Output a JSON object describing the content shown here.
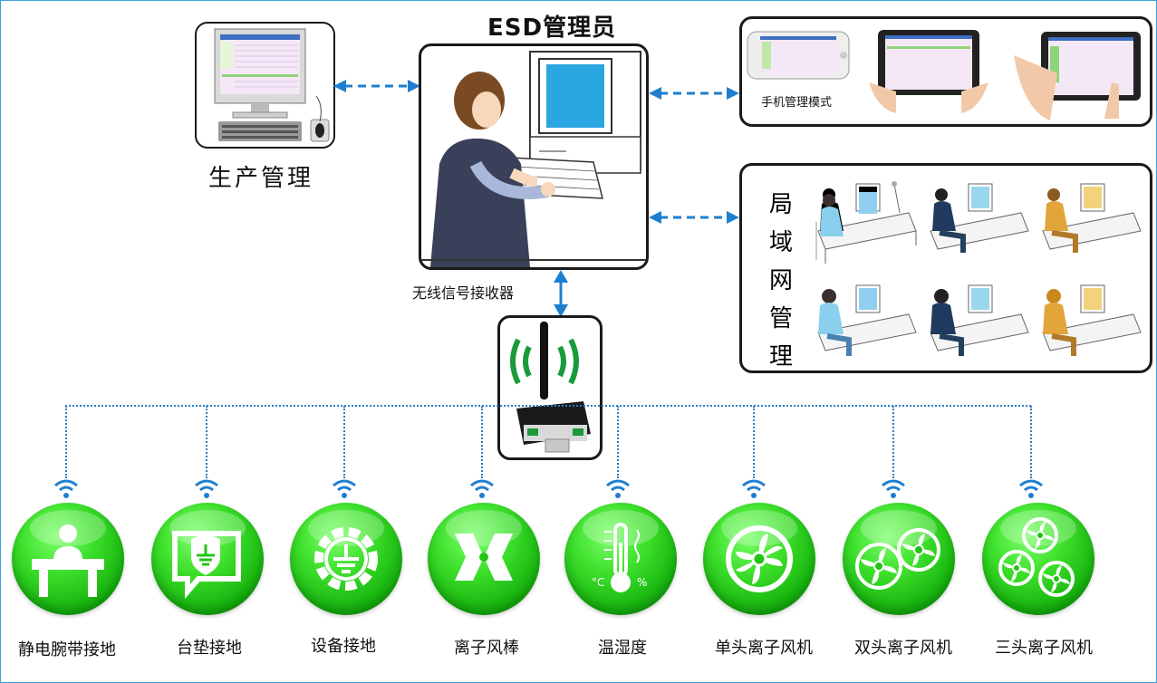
{
  "title": "ESD管理员",
  "production_label": "生产管理",
  "mobile_label": "手机管理模式",
  "lan_label": [
    "局",
    "域",
    "网",
    "管",
    "理"
  ],
  "receiver_label": "无线信号接收器",
  "devices": [
    {
      "label": "静电腕带接地",
      "icon": "wrist-strap-icon"
    },
    {
      "label": "台垫接地",
      "icon": "mat-ground-icon"
    },
    {
      "label": "设备接地",
      "icon": "equipment-ground-icon"
    },
    {
      "label": "离子风棒",
      "icon": "ion-bar-icon"
    },
    {
      "label": "温湿度",
      "icon": "temp-humidity-icon"
    },
    {
      "label": "单头离子风机",
      "icon": "single-fan-icon"
    },
    {
      "label": "双头离子风机",
      "icon": "double-fan-icon"
    },
    {
      "label": "三头离子风机",
      "icon": "triple-fan-icon"
    }
  ],
  "colors": {
    "accent_blue": "#1e7fd0",
    "device_green": "#22c414",
    "border": "#1a1a1a"
  }
}
